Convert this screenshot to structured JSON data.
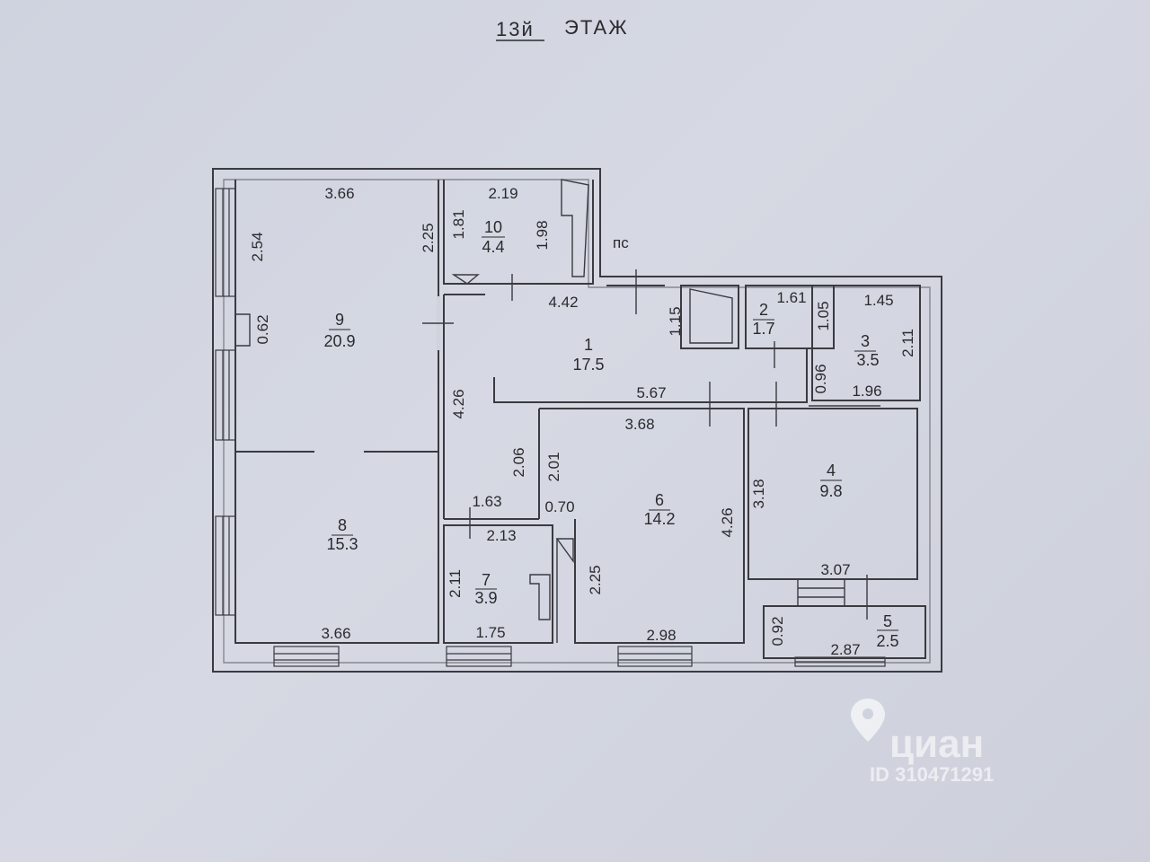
{
  "header": {
    "floor_number": "13й",
    "floor_word": "ЭТАЖ"
  },
  "rooms": [
    {
      "number": "1",
      "area": "17.5"
    },
    {
      "number": "2",
      "area": "1.7"
    },
    {
      "number": "3",
      "area": "3.5"
    },
    {
      "number": "4",
      "area": "9.8"
    },
    {
      "number": "5",
      "area": "2.5"
    },
    {
      "number": "6",
      "area": "14.2"
    },
    {
      "number": "7",
      "area": "3.9"
    },
    {
      "number": "8",
      "area": "15.3"
    },
    {
      "number": "9",
      "area": "20.9"
    },
    {
      "number": "10",
      "area": "4.4"
    }
  ],
  "dims": {
    "r9_top": "3.66",
    "r9_left": "2.54",
    "r9_pier": "0.62",
    "r9_right": "2.25",
    "r10_top": "2.19",
    "r10_left": "1.81",
    "r10_right": "1.98",
    "hall_top": "4.42",
    "hall_niche": "1.15",
    "hall_bottom": "5.67",
    "corr_left": "4.26",
    "r2_top": "1.61",
    "r2_right": "1.05",
    "r3_top": "1.45",
    "r3_right": "2.11",
    "r3_left": "0.96",
    "r3_bottom": "1.96",
    "r6_top": "3.68",
    "r6_left": "2.01",
    "r6_right": "4.26",
    "r6_bottom": "2.98",
    "r6_lower_left": "2.25",
    "corr_right": "2.06",
    "corr_bottom": "1.63",
    "corr_step": "0.70",
    "r7_top": "2.13",
    "r7_left": "2.11",
    "r7_bottom": "1.75",
    "r8_bottom": "3.66",
    "r4_left": "3.18",
    "r4_bottom": "3.07",
    "r5_left": "0.92",
    "r5_bottom": "2.87"
  },
  "marks": {
    "pc_label": "пс"
  },
  "watermark": {
    "brand": "циан",
    "listing_id": "ID 310471291",
    "icon": "location-pin-icon"
  }
}
